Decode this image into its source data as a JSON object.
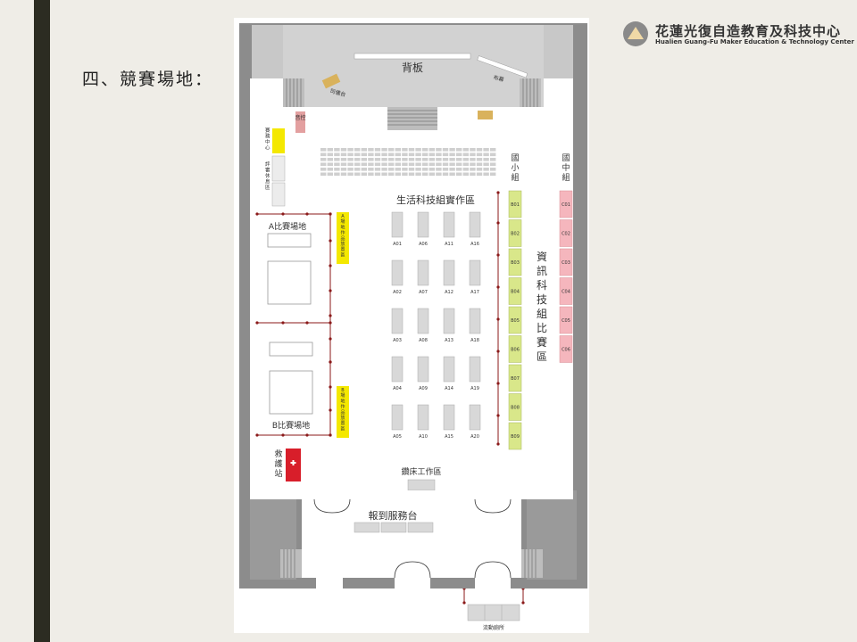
{
  "slide": {
    "title": "四、競賽場地："
  },
  "logo": {
    "name": "花蓮光復自造教育及科技中心",
    "subtitle": "Hualien Guang-Fu Maker Education & Technology Center"
  },
  "floorplan": {
    "backdrop": "背板",
    "director_desk": "司儀台",
    "curtain": "布幕",
    "sound_control": "音控",
    "secretariat": "賽務中心",
    "judges_lounge": "評審休息區",
    "life_tech_area": "生活科技組實作區",
    "info_tech_area": "資訊科技組比賽區",
    "elementary_group": "國小組",
    "junior_high_group": "國中組",
    "venue_a": "A比賽場地",
    "venue_b": "B比賽場地",
    "a_display": "A場地作品放置區",
    "b_display": "B場地作品放置區",
    "first_aid": "救護站",
    "drill_station": "鑽床工作區",
    "registration": "報到服務台",
    "toilet": "流動廁所",
    "life_tech_rows": [
      [
        "A01",
        "A06",
        "A11",
        "A16"
      ],
      [
        "A02",
        "A07",
        "A12",
        "A17"
      ],
      [
        "A03",
        "A08",
        "A13",
        "A18"
      ],
      [
        "A04",
        "A09",
        "A14",
        "A19"
      ],
      [
        "A05",
        "A10",
        "A15",
        "A20"
      ]
    ],
    "elementary_stations": [
      "B01",
      "B02",
      "B03",
      "B04",
      "B05",
      "B06",
      "B07",
      "B08",
      "B09"
    ],
    "junior_high_stations": [
      "C01",
      "C02",
      "C03",
      "C04",
      "C05",
      "C06"
    ],
    "colors": {
      "yellow": "#f4e800",
      "green": "#d9e78a",
      "pink": "#f5b6bd",
      "red": "#d81e2a",
      "rope": "#8b1a1a",
      "wall": "#8c8c8c",
      "stage": "#d2d2d2"
    }
  }
}
